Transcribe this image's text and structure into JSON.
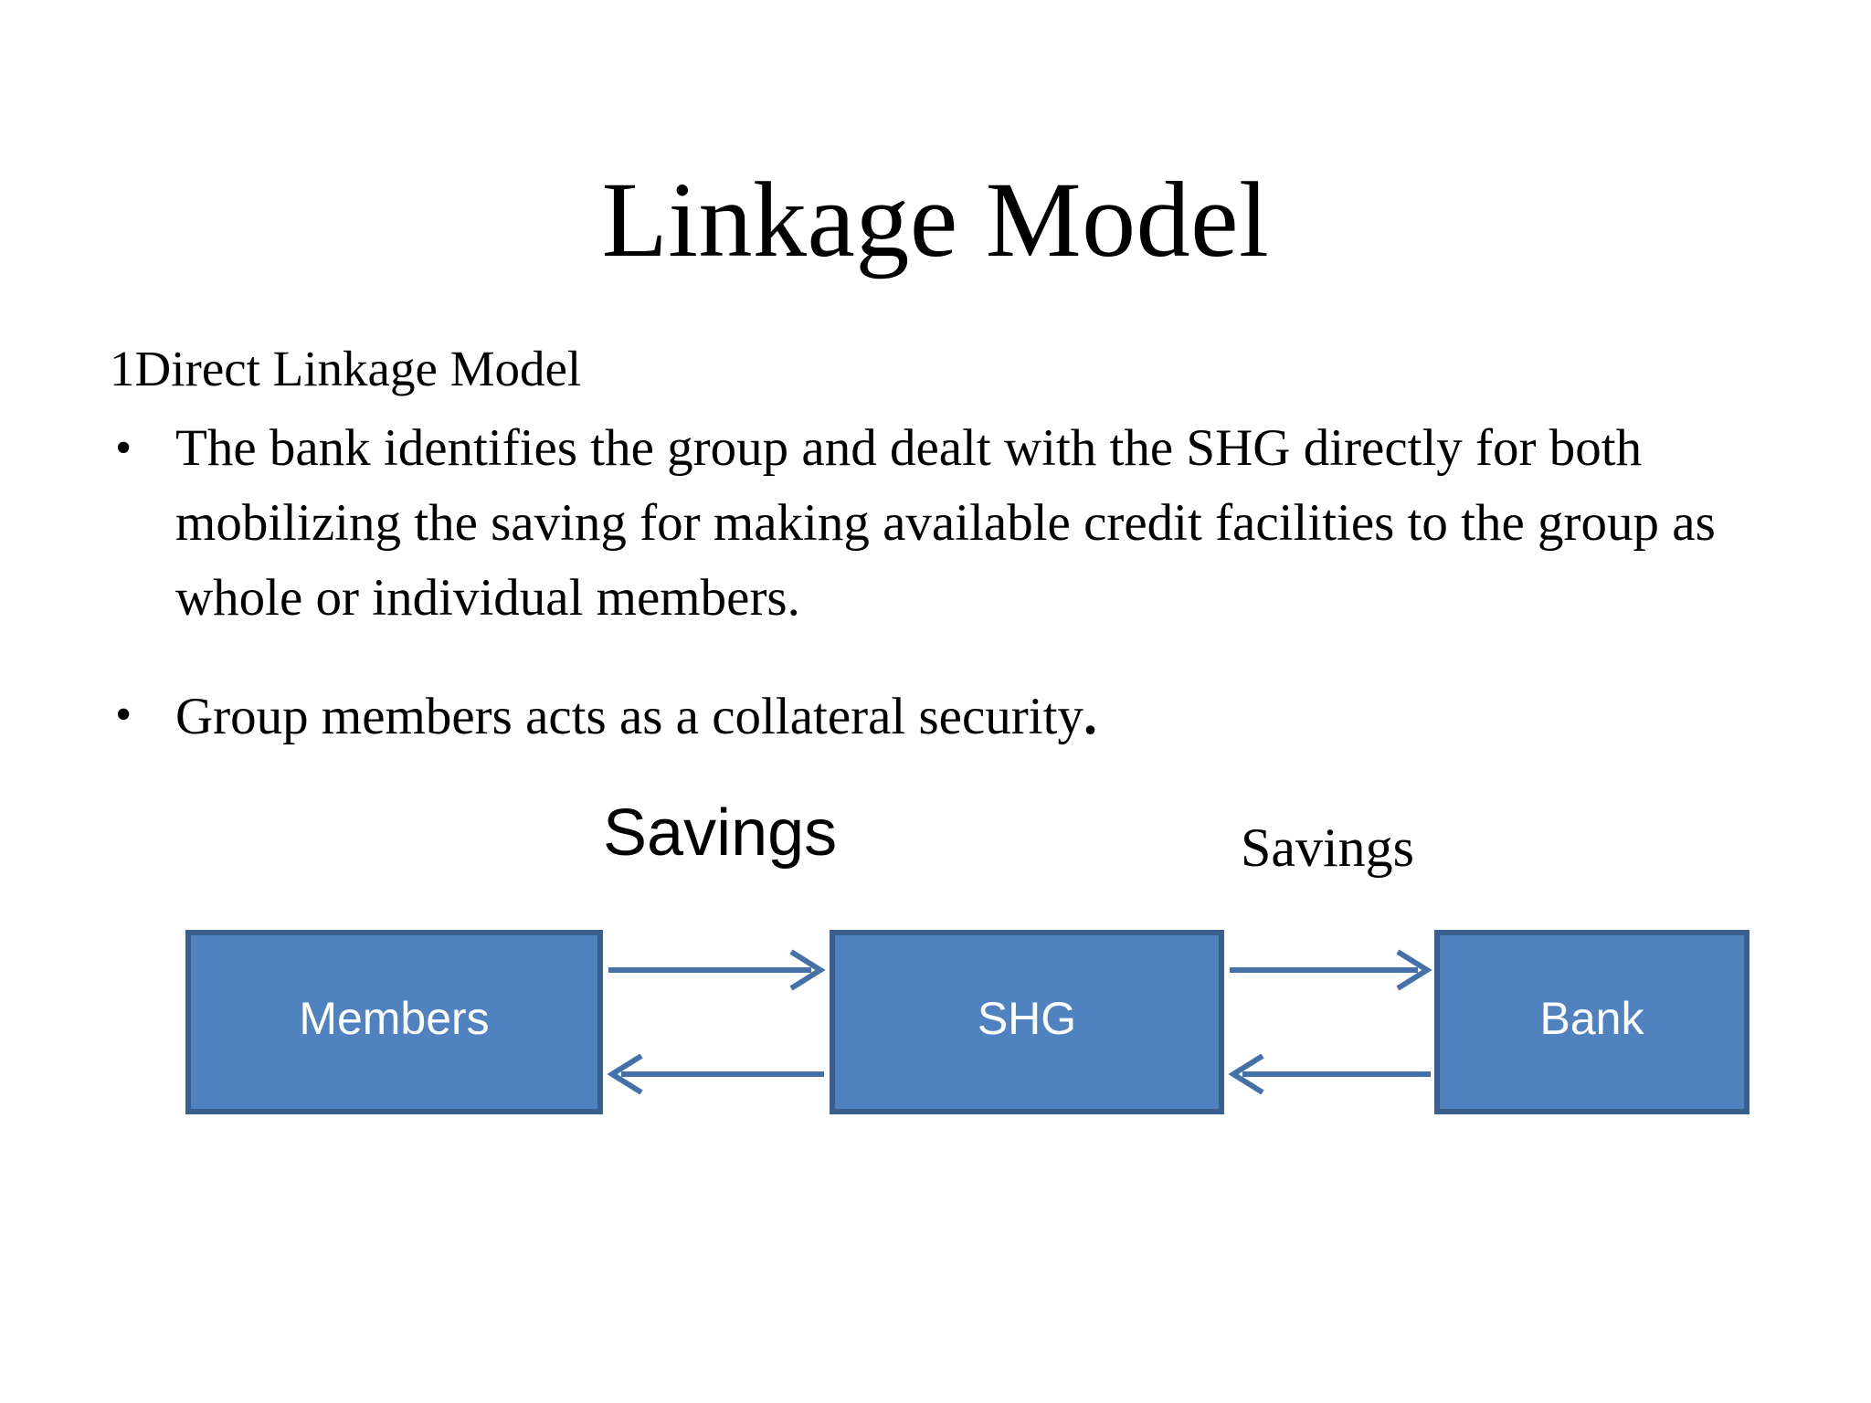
{
  "slide": {
    "title": "Linkage Model",
    "background_color": "#FFFFFF",
    "text_color": "#000000"
  },
  "body": {
    "heading": "1Direct Linkage Model",
    "bullet_marker": "•",
    "bullets": [
      {
        "text": "The bank identifies the group and dealt with the SHG directly for both mobilizing the saving for making available credit facilities to the group as whole or individual members.",
        "emphasized_tail": ""
      },
      {
        "text": "Group members acts as a collateral security",
        "emphasized_tail": "."
      }
    ]
  },
  "diagram": {
    "type": "flow",
    "box_fill_color": "#5182C0",
    "box_border_color": "#3A5F8F",
    "box_text_color": "#FFFFFF",
    "arrow_color": "#4472A8",
    "labels": {
      "savings_left": "Savings",
      "savings_right": "Savings"
    },
    "nodes": [
      {
        "id": "members",
        "label": "Members"
      },
      {
        "id": "shg",
        "label": "SHG"
      },
      {
        "id": "bank",
        "label": "Bank"
      }
    ],
    "edges": [
      {
        "from": "members",
        "to": "shg",
        "direction": "right",
        "label": "Savings"
      },
      {
        "from": "shg",
        "to": "members",
        "direction": "left",
        "label": ""
      },
      {
        "from": "shg",
        "to": "bank",
        "direction": "right",
        "label": "Savings"
      },
      {
        "from": "bank",
        "to": "shg",
        "direction": "left",
        "label": ""
      }
    ]
  }
}
